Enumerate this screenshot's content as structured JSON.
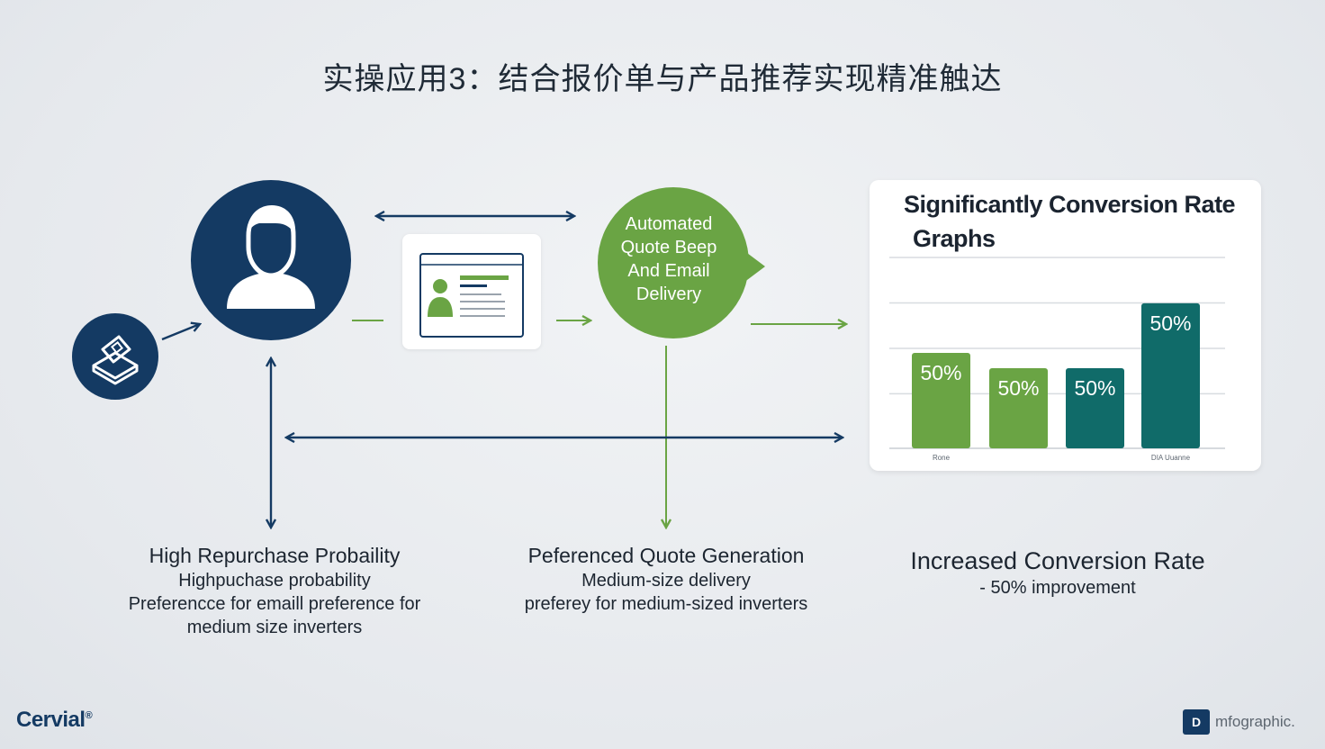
{
  "title": "实操应用3：结合报价单与产品推荐实现精准触达",
  "bubble": {
    "lines": [
      "Automated",
      "Quote Beep",
      "And Email",
      "Delivery"
    ]
  },
  "chart_data": {
    "type": "bar",
    "title_line1": "Significantly Conversion Rate",
    "title_line2": "Graphs",
    "categories": [
      "Rone",
      "",
      "",
      "DIA Uuanne"
    ],
    "values": [
      50,
      42,
      42,
      76
    ],
    "data_labels": [
      "50%",
      "50%",
      "50%",
      "50%"
    ],
    "colors": [
      "#6aa444",
      "#6aa444",
      "#106b69",
      "#106b69"
    ],
    "ylim": [
      0,
      100
    ],
    "grid": true
  },
  "captions": {
    "left": {
      "head": "High Repurchase Probaility",
      "lines": [
        "Highpuchase probability",
        "Preferencce for emaill preference for",
        "medium size inverters"
      ]
    },
    "middle": {
      "head": "Peferenced Quote Generation",
      "lines": [
        "Medium-size delivery",
        "preferey for medium-sized inverters"
      ]
    },
    "right": {
      "head": "Increased Conversion Rate",
      "lines": [
        "- 50% improvement"
      ]
    }
  },
  "brand": {
    "left": "Cervial",
    "left_mark": "®",
    "right_logo": "D",
    "right_text": "mfographic."
  },
  "colors": {
    "navy": "#143a63",
    "green": "#6aa444",
    "teal": "#106b69"
  }
}
